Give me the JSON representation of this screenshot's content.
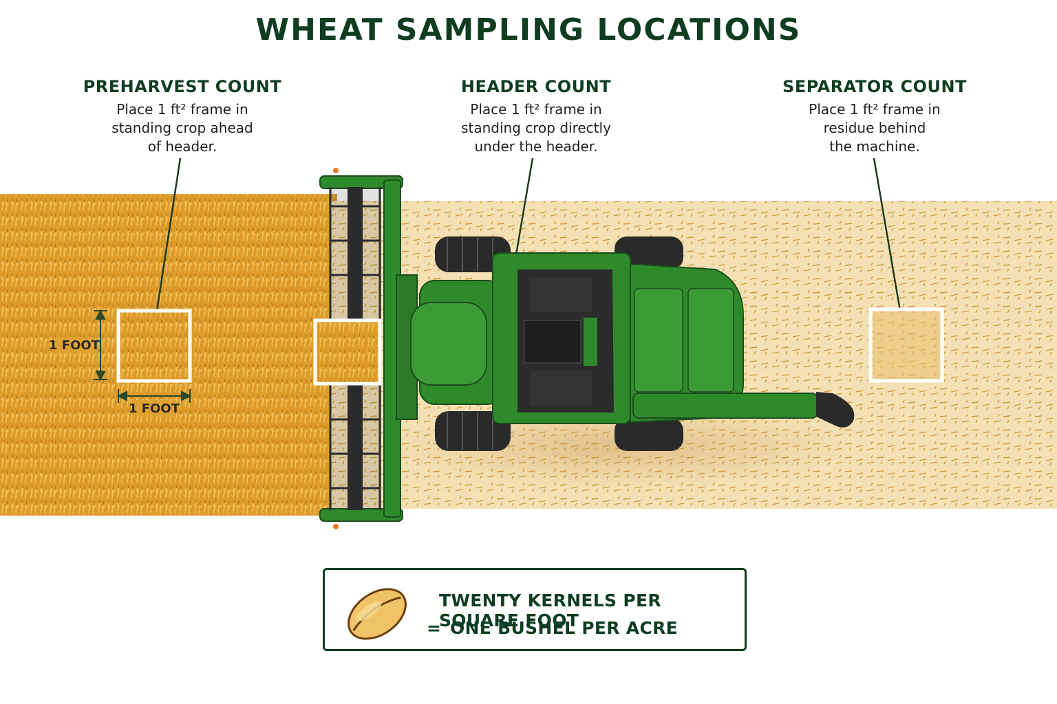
{
  "title": "WHEAT SAMPLING LOCATIONS",
  "labels": [
    {
      "heading": "PREHARVEST COUNT",
      "description": "Place 1 ft² frame in\nstanding crop ahead\nof header."
    },
    {
      "heading": "HEADER COUNT",
      "description": "Place 1 ft² frame in\nstanding crop directly\nunder the header."
    },
    {
      "heading": "SEPARATOR COUNT",
      "description": "Place 1 ft² frame in\nresidue behind\nthe machine."
    }
  ],
  "dimensions": {
    "height_label": "1 FOOT",
    "width_label": "1 FOOT"
  },
  "legend": {
    "line1": "TWENTY KERNELS PER SQUARE FOOT",
    "equals": "=",
    "line2": "ONE BUSHEL PER ACRE",
    "icon": "wheat-kernel-icon"
  },
  "colors": {
    "title": "#0f3d22",
    "standing_crop": "#e1a22f",
    "residue": "#f1dcae",
    "combine_green": "#2f8a2c",
    "frame": "#ffffff"
  }
}
